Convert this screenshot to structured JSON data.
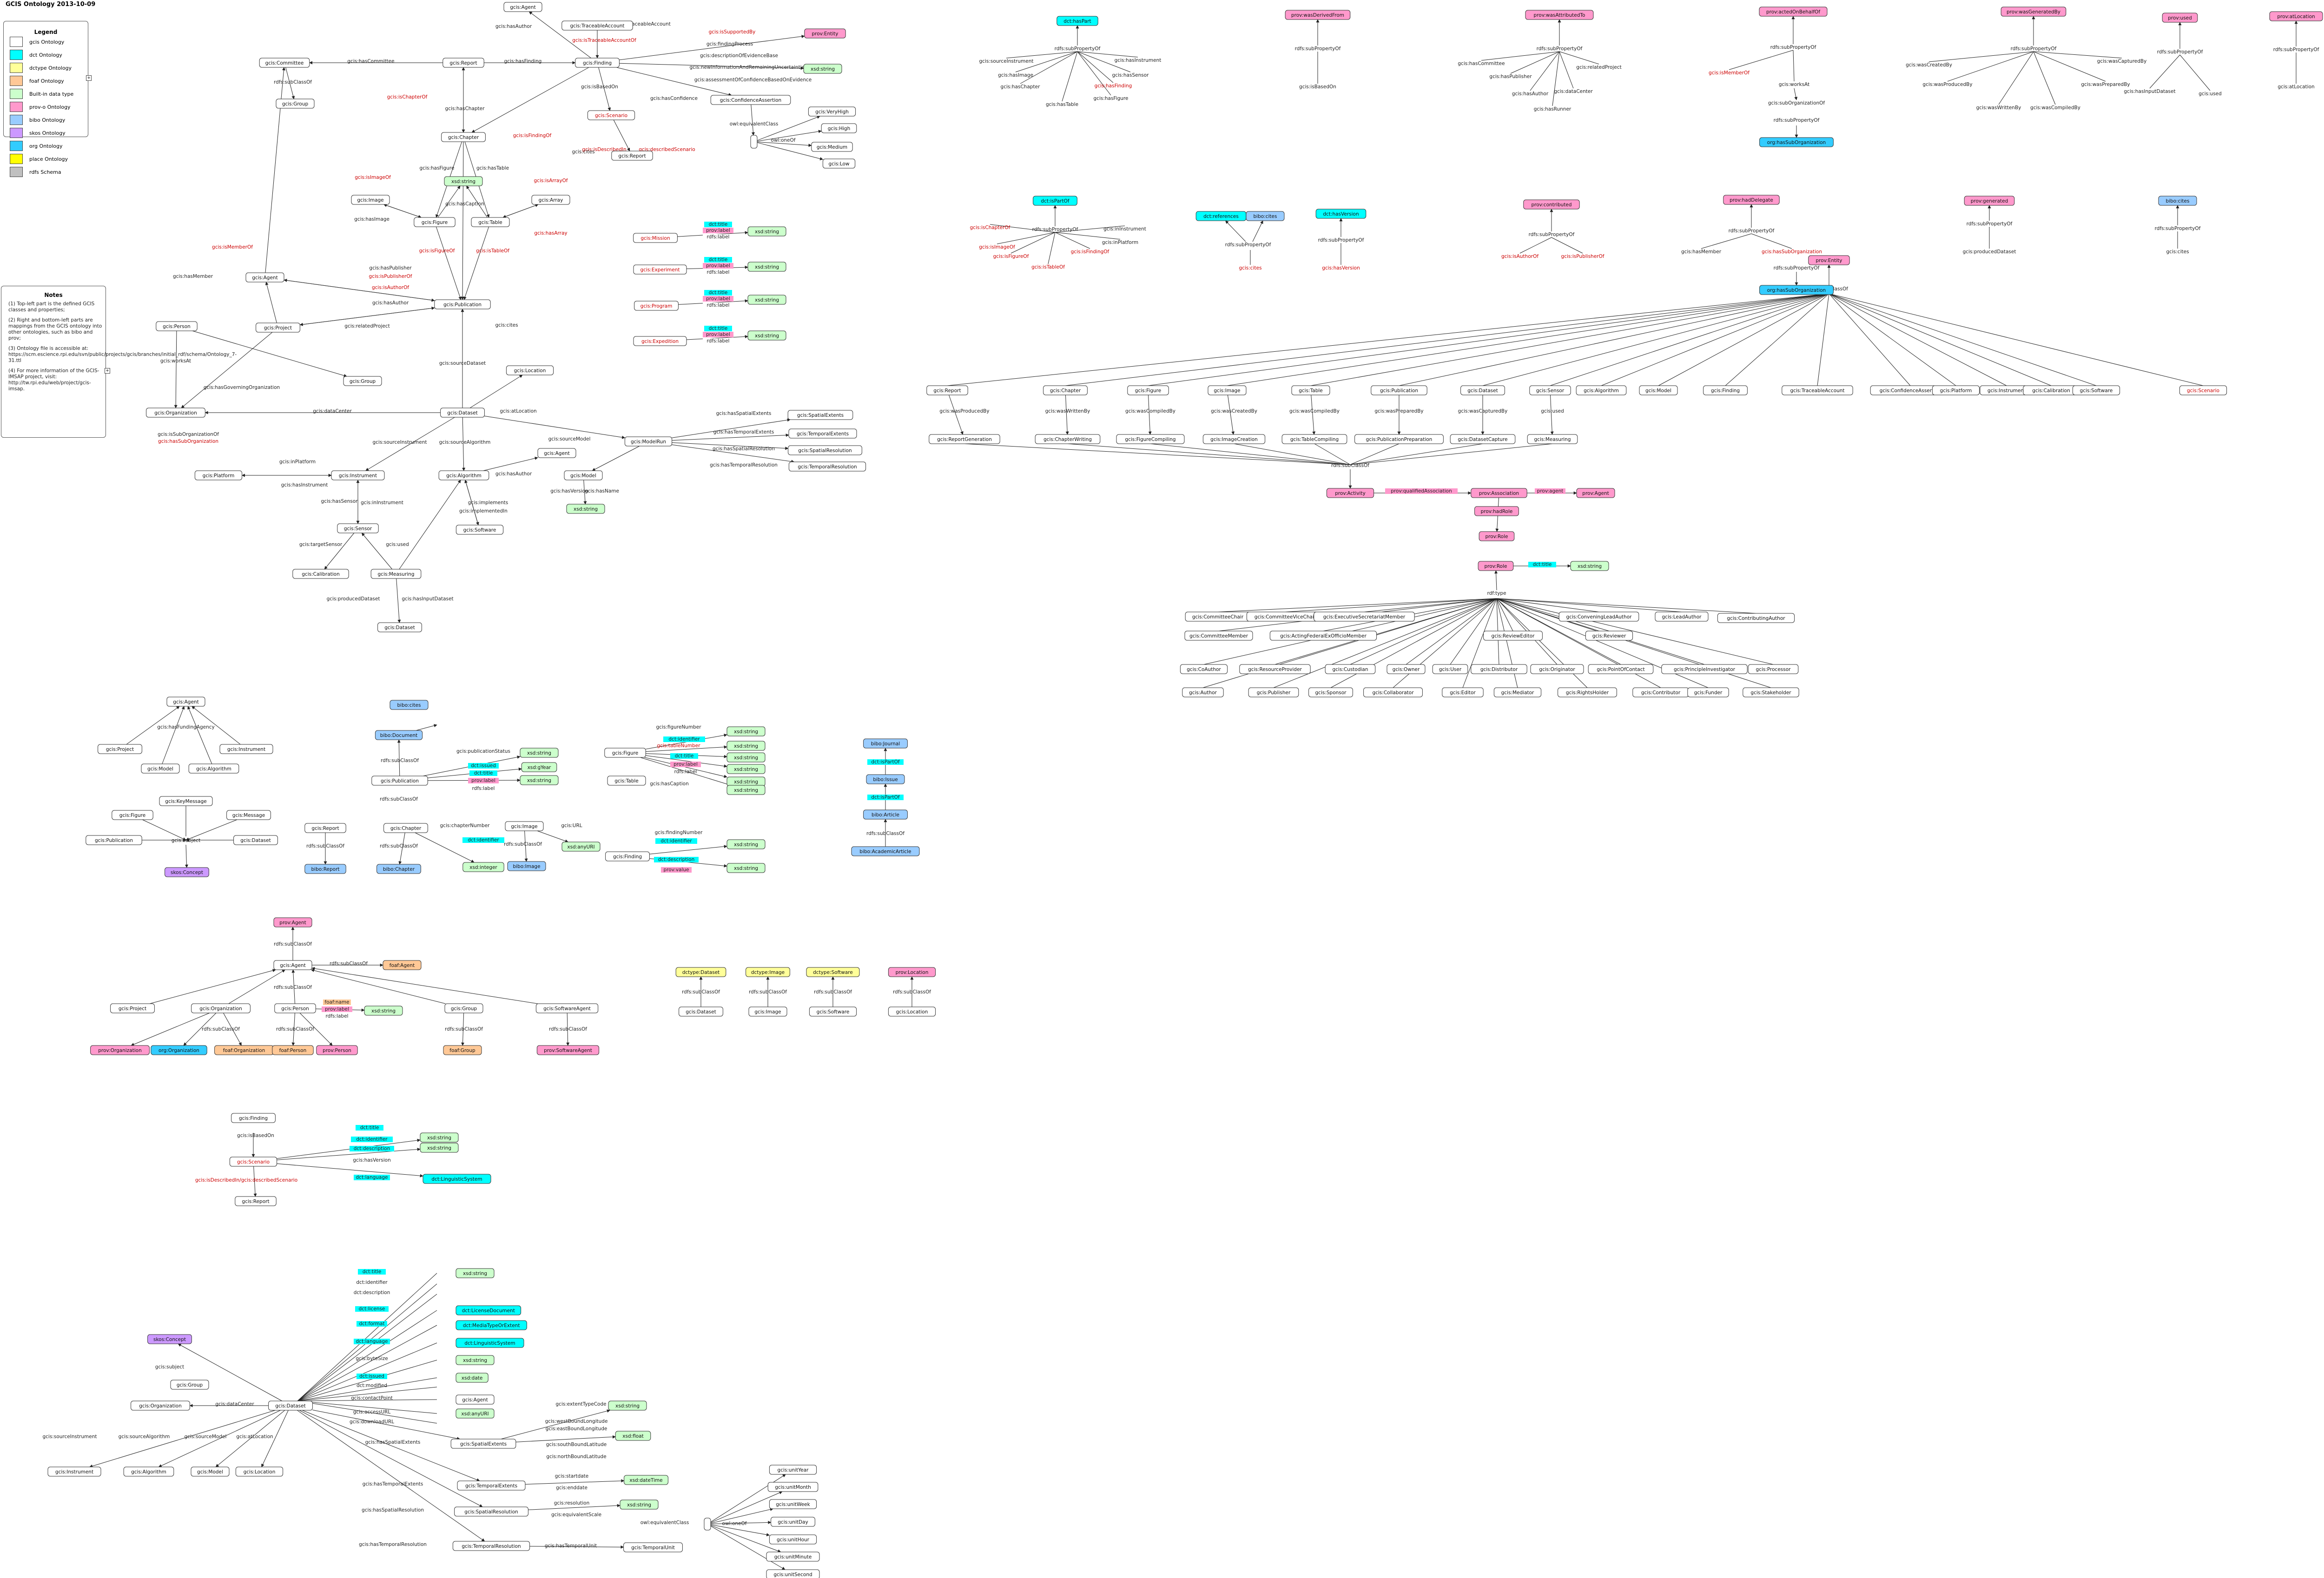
{
  "title": "GCIS Ontology 2013-10-09",
  "legend": {
    "heading": "Legend",
    "items": [
      {
        "label": "gcis Ontology",
        "color": "#ffffff"
      },
      {
        "label": "dct Ontology",
        "color": "#00ffff"
      },
      {
        "label": "dctype Ontology",
        "color": "#ffff99"
      },
      {
        "label": "foaf Ontology",
        "color": "#ffc896"
      },
      {
        "label": "Built-in data type",
        "color": "#ccffcc"
      },
      {
        "label": "prov-o Ontology",
        "color": "#ff99cc"
      },
      {
        "label": "bibo Ontology",
        "color": "#99ccff"
      },
      {
        "label": "skos Ontology",
        "color": "#cc99ff"
      },
      {
        "label": "org Ontology",
        "color": "#33ccff"
      },
      {
        "label": "place Ontology",
        "color": "#ffff00"
      },
      {
        "label": "rdfs Schema",
        "color": "#c0c0c0"
      }
    ],
    "toggle": "+"
  },
  "notes": {
    "heading": "Notes",
    "items": [
      "(1) Top-left part is the defined GCIS classes and properties;",
      "(2) Right and bottom-left parts are mappings from the GCIS ontology into other ontologies, such as bibo and prov;",
      "(3) Ontology file is accessible at: https://scm.escience.rpi.edu/svn/public/projects/gcis/branches/initial_rdf/schema/Ontology_7-31.ttl",
      "(4) For more information of the GCIS-IMSAP project, visit: http://tw.rpi.edu/web/project/gcis-imsap."
    ],
    "toggle": "+"
  },
  "colors": {
    "gcis": "#ffffff",
    "dct": "#00ffff",
    "dctype": "#ffff99",
    "foaf": "#ffc896",
    "builtin": "#ccffcc",
    "prov": "#ff99cc",
    "bibo": "#99ccff",
    "skos": "#cc99ff",
    "org": "#33ccff",
    "place": "#ffff00",
    "accent_red": "#cc0000",
    "stroke": "#333333"
  },
  "nodes": {
    "agent": "gcis:Agent",
    "traceable": "gcis:TraceableAccount",
    "provEntity": "prov:Entity",
    "committee": "gcis:Committee",
    "report": "gcis:Report",
    "finding": "gcis:Finding",
    "xsdString": "xsd:string",
    "group": "gcis:Group",
    "scenario": "gcis:Scenario",
    "confAssert": "gcis:ConfidenceAssertion",
    "chapter": "gcis:Chapter",
    "veryHigh": "gcis:VeryHigh",
    "high": "gcis:High",
    "medium": "gcis:Medium",
    "low": "gcis:Low",
    "image": "gcis:Image",
    "figure": "gcis:Figure",
    "table": "gcis:Table",
    "array": "gcis:Array",
    "mission": "gcis:Mission",
    "experiment": "gcis:Experiment",
    "program": "gcis:Program",
    "expedition": "gcis:Expedition",
    "gAgent": "gcis:Agent",
    "publication": "gcis:Publication",
    "person": "gcis:Person",
    "project": "gcis:Project",
    "location": "gcis:Location",
    "organization": "gcis:Organization",
    "dataset": "gcis:Dataset",
    "modelRun": "gcis:ModelRun",
    "spatialExtents": "gcis:SpatialExtents",
    "temporalExtents": "gcis:TemporalExtents",
    "spatialResolution": "gcis:SpatialResolution",
    "temporalResolution": "gcis:TemporalResolution",
    "platform": "gcis:Platform",
    "instrument": "gcis:Instrument",
    "algorithm": "gcis:Algorithm",
    "model": "gcis:Model",
    "sensor": "gcis:Sensor",
    "software": "gcis:Software",
    "calibration": "gcis:Calibration",
    "measuring": "gcis:Measuring",
    "gDataset": "gcis:Dataset",
    "dctIsPartOf": "dct:hasPart",
    "provWasDerivedFrom": "prov:wasDerivedFrom",
    "provWasAttributedTo": "prov:wasAttributedTo",
    "provActedOnBehalfOf": "prov:actedOnBehalfOf",
    "provWasGeneratedBy": "prov:wasGeneratedBy",
    "provUsed": "prov:used",
    "provAtLocation": "prov:atLocation",
    "dctIsPartOf2": "dct:isPartOf",
    "dctReferences": "dct:references",
    "biboCites": "bibo:cites",
    "dctHasVersion": "dct:hasVersion",
    "provContributed": "prov:contributed",
    "provHadDelegate": "prov:hadDelegate",
    "provGenerated": "prov:generated",
    "biboCites2": "bibo:cites",
    "orgHasSubOrg": "org:hasSubOrganization",
    "orgHasSubOrg2": "org:hasSubOrganization",
    "provEntity2": "prov:Entity",
    "provActivity": "prov:Activity",
    "provAssociation": "prov:Association",
    "provAgent": "prov:Agent",
    "provRole": "prov:Role",
    "provHadRole": "prov:hadRole",
    "provRole2": "prov:Role",
    "biboDocument": "bibo:Document",
    "biboCitesBox": "bibo:cites",
    "biboReport": "bibo:Report",
    "biboChapter": "bibo:Chapter",
    "biboImage": "bibo:Image",
    "biboJournal": "bibo:Journal",
    "biboIssue": "bibo:Issue",
    "biboArticle": "bibo:Article",
    "biboAcademicArticle": "bibo:AcademicArticle",
    "skosConcept": "skos:Concept",
    "skosConcept2": "skos:Concept",
    "provAgentBox": "prov:Agent",
    "foafAgent": "foaf:Agent",
    "provOrganization": "prov:Organization",
    "orgOrganization": "org:Organization",
    "foafOrganization": "foaf:Organization",
    "foafPerson": "foaf:Person",
    "provPerson": "prov:Person",
    "foafGroup": "foaf:Group",
    "provSoftwareAgent": "prov:SoftwareAgent",
    "dctypeDataset": "dctype:Dataset",
    "dctypeImage": "dctype:Image",
    "dctypeSoftware": "dctype:Software",
    "provLocation": "prov:Location",
    "dctLinguisticSystem": "dct:LinguisticSystem",
    "dctLicenseDocument": "dct:LicenseDocument",
    "dctMediaTypeOrExtent": "dct:MediaTypeOrExtent",
    "dctLinguisticSystem2": "dct:LinguisticSystem",
    "xsdDate": "xsd:date",
    "xsdAnyURI": "xsd:anyURI",
    "xsdFloat": "xsd:float",
    "xsdDateTime": "xsd:dateTime",
    "xsdInteger": "xsd:integer",
    "xsdGYear": "xsd:gYear",
    "temporalUnit": "gcis:TemporalUnit",
    "unitYear": "gcis:unitYear",
    "unitMonth": "gcis:unitMonth",
    "unitWeek": "gcis:unitWeek",
    "unitDay": "gcis:unitDay",
    "unitHour": "gcis:unitHour",
    "unitMinute": "gcis:unitMinute",
    "unitSecond": "gcis:unitSecond"
  },
  "labels": {
    "hasAuthor": "gcis:hasAuthor",
    "hasTraceableAccount": "gcis:hasTraceableAccount",
    "isTraceableAccountOf": "gcis:isTraceableAccountOf",
    "isSupportedBy": "gcis:isSupportedBy",
    "findingProcess": "gcis:findingProcess",
    "descriptionOfEvidenceBase": "gcis:descriptionOfEvidenceBase",
    "newInformationAndRemainingUncertainties": "gcis:newInformationAndRemainingUncertainties",
    "assessmentOfConfidenceBasedOnEvidence": "gcis:assessmentOfConfidenceBasedOnEvidence",
    "hasCommittee": "gcis:hasCommittee",
    "hasFinding": "gcis:hasFinding",
    "isFindingOf": "gcis:isFindingOf",
    "isChapterOf": "gcis:isChapterOf",
    "hasChapter": "gcis:hasChapter",
    "isBasedOn": "gcis:isBasedOn",
    "hasConfidence": "gcis:hasConfidence",
    "isDescribedIn": "gcis:isDescribedIn",
    "describedScenario": "gcis:describedScenario",
    "cites": "gcis:cites",
    "owlEquivalentClass": "owl:equivalentClass",
    "owlOneOf": "owl:oneOf",
    "rdfsSubClassOf": "rdfs:subClassOf",
    "hasTable": "gcis:hasTable",
    "hasFigure": "gcis:hasFigure",
    "isImageOf": "gcis:isImageOf",
    "hasImage": "gcis:hasImage",
    "hasCaption": "gcis:hasCaption",
    "isArrayOf": "gcis:isArrayOf",
    "hasArray": "gcis:hasArray",
    "isMemberOf": "gcis:isMemberOf",
    "hasMember": "gcis:hasMember",
    "hasPublisher": "gcis:hasPublisher",
    "isPublisherOf": "gcis:isPublisherOf",
    "isAuthorOf": "gcis:isAuthorOf",
    "isFigureOf": "gcis:isFigureOf",
    "isTableOf": "gcis:isTableOf",
    "relatedProject": "gcis:relatedProject",
    "worksAt": "gcis:worksAt",
    "hasGoverningOrganization": "gcis:hasGoverningOrganization",
    "dataCenter": "gcis:dataCenter",
    "atLocation": "gcis:atLocation",
    "sourceDataset": "gcis:sourceDataset",
    "isSubOrganizationOf": "gcis:isSubOrganizationOf",
    "hasSubOrganization": "gcis:hasSubOrganization",
    "sourceInstrument": "gcis:sourceInstrument",
    "sourceAlgorithm": "gcis:sourceAlgorithm",
    "sourceModel": "gcis:sourceModel",
    "inPlatform": "gcis:inPlatform",
    "hasInstrument": "gcis:hasInstrument",
    "hasSensor": "gcis:hasSensor",
    "inInstrument": "gcis:inInstrument",
    "hasVersion": "gcis:hasVersion",
    "hasName": "gcis:hasName",
    "implements": "gcis:implements",
    "implementedIn": "gcis:implementedIn",
    "targetSensor": "gcis:targetSensor",
    "used": "gcis:used",
    "producedDataset": "gcis:producedDataset",
    "hasInputDataset": "gcis:hasInputDataset",
    "hasSpatialExtents": "gcis:hasSpatialExtents",
    "hasTemporalExtents": "gcis:hasTemporalExtents",
    "hasSpatialResolution": "gcis:hasSpatialResolution",
    "hasTemporalResolution": "gcis:hasTemporalResolution",
    "dctTitle": "dct:title",
    "provLabel": "prov:label",
    "rdfsLabel": "rdfs:label",
    "dctIdentifier": "dct:identifier",
    "dctDescription": "dct:description",
    "rdfsSubPropertyOf": "rdfs:subPropertyOf",
    "sourceInstrument2": "gcis:sourceInstrument",
    "hasPublisher2": "gcis:hasPublisher",
    "relatedProject2": "gcis:relatedProject",
    "hasCommittee2": "gcis:hasCommittee",
    "hasRunner": "gcis:hasRunner",
    "dataCenter2": "gcis:dataCenter",
    "isMemberOf2": "gcis:isMemberOf",
    "worksAt2": "gcis:worksAt",
    "subOrganizationOf": "gcis:subOrganizationOf",
    "wasCreatedBy": "gcis:wasCreatedBy",
    "wasProducedBy": "gcis:wasProducedBy",
    "wasWrittenBy": "gcis:wasWrittenBy",
    "wasCompiledBy": "gcis:wasCompiledBy",
    "wasPreparedBy": "gcis:wasPreparedBy",
    "wasCapturedBy": "gcis:wasCapturedBy",
    "hasInputDataset2": "gcis:hasInputDataset",
    "isChapterOf2": "gcis:isChapterOf",
    "isImageOf2": "gcis:isImageOf",
    "isFigureOf2": "gcis:isFigureOf",
    "isFindingOf2": "gcis:isFindingOf",
    "isTableOf2": "gcis:isTableOf",
    "inInstrument2": "gcis:inInstrument",
    "inPlatform2": "gcis:inPlatform",
    "cites2": "gcis:cites",
    "hasVersion2": "gcis:hasVersion",
    "isAuthorOf2": "gcis:isAuthorOf",
    "isPublisherOf2": "gcis:isPublisherOf",
    "hasSubOrganization2": "gcis:hasSubOrganization",
    "provQualifiedAssociation": "prov:qualifiedAssociation",
    "provAgentLbl": "prov:agent",
    "provHadRole": "prov:hadRole",
    "dctTitle2": "dct:title",
    "rdfType": "rdf:type"
  },
  "roles": [
    "gcis:CommitteeChair",
    "gcis:CommitteeViceChair",
    "gcis:ExecutiveSecretariatMember",
    "gcis:ConveningLeadAuthor",
    "gcis:LeadAuthor",
    "gcis:ContributingAuthor",
    "gcis:CommitteeMember",
    "gcis:ActingFederalExOfficioMember",
    "gcis:ReviewEditor",
    "gcis:Reviewer",
    "gcis:CoAuthor",
    "gcis:ResourceProvider",
    "gcis:Custodian",
    "gcis:Owner",
    "gcis:User",
    "gcis:Distributor",
    "gcis:Originator",
    "gcis:PointOfContact",
    "gcis:PrincipleInvestigator",
    "gcis:Processor",
    "gcis:Author",
    "gcis:Publisher",
    "gcis:Sponsor",
    "gcis:Collaborator",
    "gcis:Editor",
    "gcis:Mediator",
    "gcis:RightsHolder",
    "gcis:Contributor",
    "gcis:Funder",
    "gcis:Stakeholder"
  ],
  "entitySubclasses": [
    "gcis:Report",
    "gcis:Chapter",
    "gcis:Figure",
    "gcis:Image",
    "gcis:Table",
    "gcis:Publication",
    "gcis:Dataset",
    "gcis:Sensor",
    "gcis:Algorithm",
    "gcis:Model",
    "gcis:Finding",
    "gcis:TraceableAccount",
    "gcis:ConfidenceAssertion",
    "gcis:Platform",
    "gcis:Instrument",
    "gcis:Calibration",
    "gcis:Software",
    "gcis:Scenario"
  ],
  "activities": [
    "gcis:ReportGeneration",
    "gcis:ChapterWriting",
    "gcis:FigureCompiling",
    "gcis:ImageCreation",
    "gcis:TableCompiling",
    "gcis:PublicationPreparation",
    "gcis:DatasetCapture",
    "gcis:Measuring"
  ],
  "activityProps": [
    "gcis:wasProducedBy",
    "gcis:wasWrittenBy",
    "gcis:wasCompiledBy",
    "gcis:wasCreatedBy",
    "gcis:wasCompiledBy",
    "gcis:wasPreparedBy",
    "gcis:wasCapturedBy",
    "gcis:used"
  ]
}
